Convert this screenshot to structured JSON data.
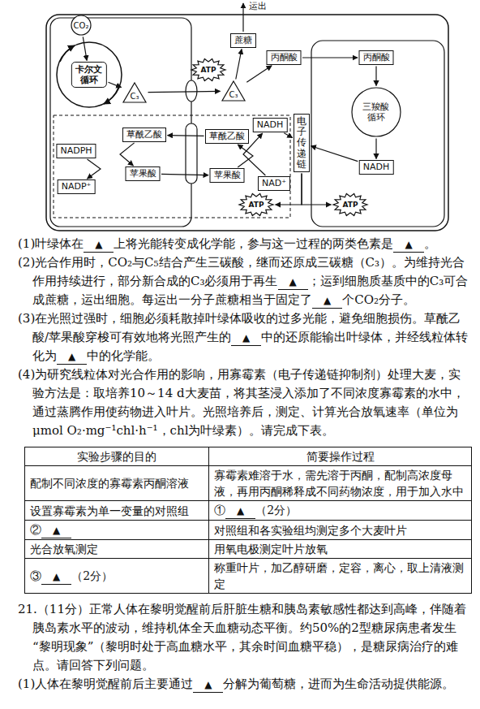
{
  "diagram": {
    "nodes": [
      {
        "text": [
          "卡尔文循环"
        ]
      },
      {
        "text": [
          "CO₂"
        ]
      },
      {
        "text": [
          "C₃"
        ]
      },
      {
        "text": [
          "C₃"
        ]
      },
      {
        "text": [
          "蔗糖"
        ]
      },
      {
        "text": [
          "ATP"
        ]
      },
      {
        "text": [
          "丙酮酸"
        ]
      },
      {
        "text": [
          "丙酮酸"
        ]
      },
      {
        "text": [
          "三羧酸循环"
        ]
      },
      {
        "text": [
          "NADH"
        ]
      },
      {
        "text": [
          "电子传递链"
        ]
      },
      {
        "text": [
          "NADPH"
        ]
      },
      {
        "text": [
          "草酰乙酸"
        ]
      },
      {
        "text": [
          "草酰乙酸"
        ]
      },
      {
        "text": [
          "NADP⁺"
        ]
      },
      {
        "text": [
          "苹果酸"
        ]
      },
      {
        "text": [
          "苹果酸"
        ]
      },
      {
        "text": [
          "NAD⁺"
        ]
      },
      {
        "text": [
          "NADH"
        ]
      },
      {
        "text": [
          "ATP"
        ]
      },
      {
        "text": [
          "ATP"
        ]
      }
    ],
    "edges": [
      {
        "from": 1,
        "to": 0,
        "arrow": "to"
      },
      {
        "from": 0,
        "to": 2,
        "arrow": "to"
      },
      {
        "from": 2,
        "to": 3,
        "arrow": "to"
      },
      {
        "from": 3,
        "to": 4,
        "arrow": "to"
      },
      {
        "from": 3,
        "to": 6,
        "arrow": "to"
      },
      {
        "from": 6,
        "to": 7,
        "arrow": "to"
      },
      {
        "from": 7,
        "to": 8,
        "arrow": "to"
      },
      {
        "from": 8,
        "to": 18,
        "arrow": "to"
      },
      {
        "from": 18,
        "to": 10,
        "arrow": "to"
      },
      {
        "from": 10,
        "to": 19,
        "arrow": "to"
      },
      {
        "from": 10,
        "to": 20,
        "arrow": "to"
      },
      {
        "from": 11,
        "to": 14,
        "arrow": "to"
      },
      {
        "from": 12,
        "to": 15,
        "arrow": "to"
      },
      {
        "from": 15,
        "to": 16,
        "arrow": "to"
      },
      {
        "from": 16,
        "to": 13,
        "arrow": "to"
      },
      {
        "from": 13,
        "to": 12,
        "arrow": "to"
      },
      {
        "from": 17,
        "to": 9,
        "arrow": "to"
      },
      {
        "from": 9,
        "to": 10,
        "arrow": "to"
      }
    ],
    "labels": [
      "运出",
      "(1)叶绿体在",
      "▲",
      "上将光能转变成化学能，参与这一过程的两类色素是",
      "▲",
      "。",
      "(2)光合作用时，CO₂与C₅结合产生三碳酸，继而还原成三碳糖（C₃）。为维持光合作用持续进行，部分新合成的C₃必须用于再生",
      "▲",
      "；运到细胞质基质中的C₃可合成蔗糖，运出细胞。每运出一分子蔗糖相当于固定了",
      "▲",
      "个CO₂分子。",
      "(3)在光照过强时，细胞必须耗散掉叶绿体吸收的过多光能，避免细胞损伤。草酰乙酸/苹果酸穿梭可有效地将光照产生的",
      "▲",
      "中的还原能输出叶绿体，并经线粒体转化为",
      "▲",
      "中的化学能。",
      "(4)为研究线粒体对光合作用的影响，用寡霉素（电子传递链抑制剂）处理大麦，实验方法是：取培养10～14 d大麦苗，将其茎浸入添加了不同浓度寡霉素的水中，通过蒸腾作用使药物进入叶片。光照培养后，测定、计算光合放氧速率（单位为μmol O₂·mg⁻¹chl·h⁻¹，chl为叶绿素）。请完成下表。",
      "实验步骤的目的",
      "简要操作过程",
      "配制不同浓度的寡霉素丙酮溶液",
      "寡霉素难溶于水，需先溶于丙酮，配制高浓度母液，再用丙酮稀释成不同药物浓度，用于加入水中",
      "设置寡霉素为单一变量的对照组",
      "①",
      "▲",
      "（2分）",
      "②",
      "▲",
      "对照组和各实验组均测定多个大麦叶片",
      "光合放氧测定",
      "用氧电极测定叶片放氧",
      "③",
      "▲",
      "（2分）",
      "称重叶片，加乙醇研磨，定容，离心，取上清液测定",
      "21.（11分）正常人体在黎明觉醒前后肝脏生糖和胰岛素敏感性都达到高峰，伴随着胰岛素水平的波动，维持机体全天血糖动态平衡。约50%的2型糖尿病患者发生“黎明现象”（黎明时处于高血糖水平，其余时间血糖平稳），是糖尿病治疗的难点。请回答下列问题。",
      "(1)人体在黎明觉醒前后主要通过",
      "▲",
      "分解为葡萄糖，进而为生命活动提供能源。"
    ]
  }
}
